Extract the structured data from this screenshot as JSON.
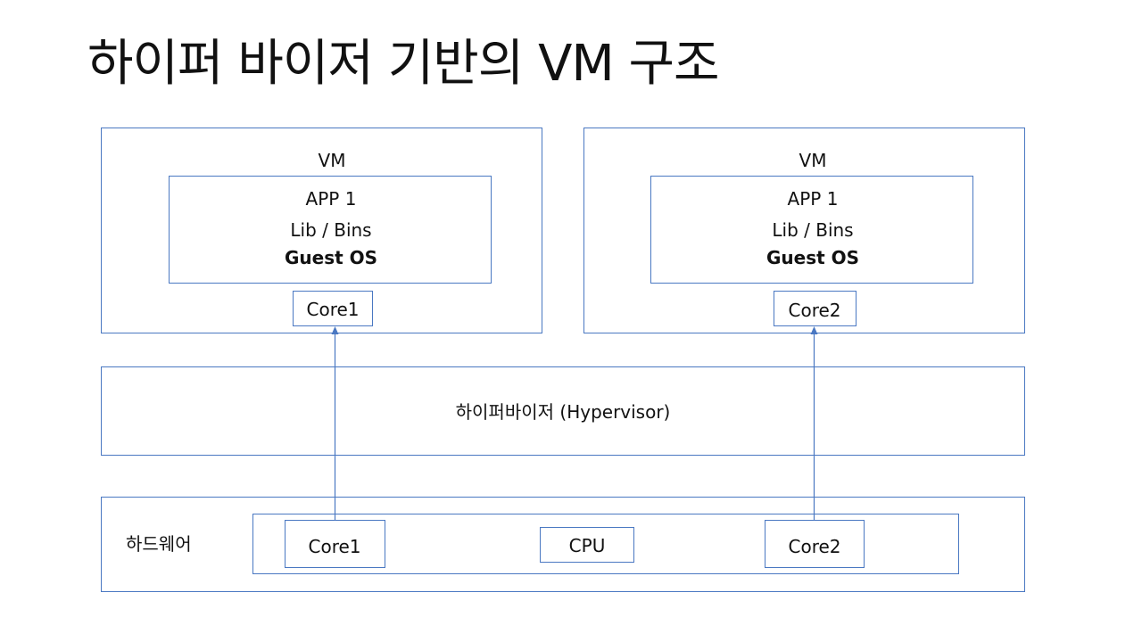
{
  "title": "하이퍼 바이저 기반의 VM 구조",
  "vm1": {
    "label": "VM",
    "app": "APP 1",
    "lib": "Lib / Bins",
    "os": "Guest OS",
    "core": "Core1"
  },
  "vm2": {
    "label": "VM",
    "app": "APP 1",
    "lib": "Lib / Bins",
    "os": "Guest OS",
    "core": "Core2"
  },
  "hypervisor": {
    "label": "하이퍼바이저 (Hypervisor)"
  },
  "hardware": {
    "label": "하드웨어",
    "core1": "Core1",
    "cpu": "CPU",
    "core2": "Core2"
  },
  "colors": {
    "border": "#4a78c2",
    "arrow": "#4a78c2"
  }
}
